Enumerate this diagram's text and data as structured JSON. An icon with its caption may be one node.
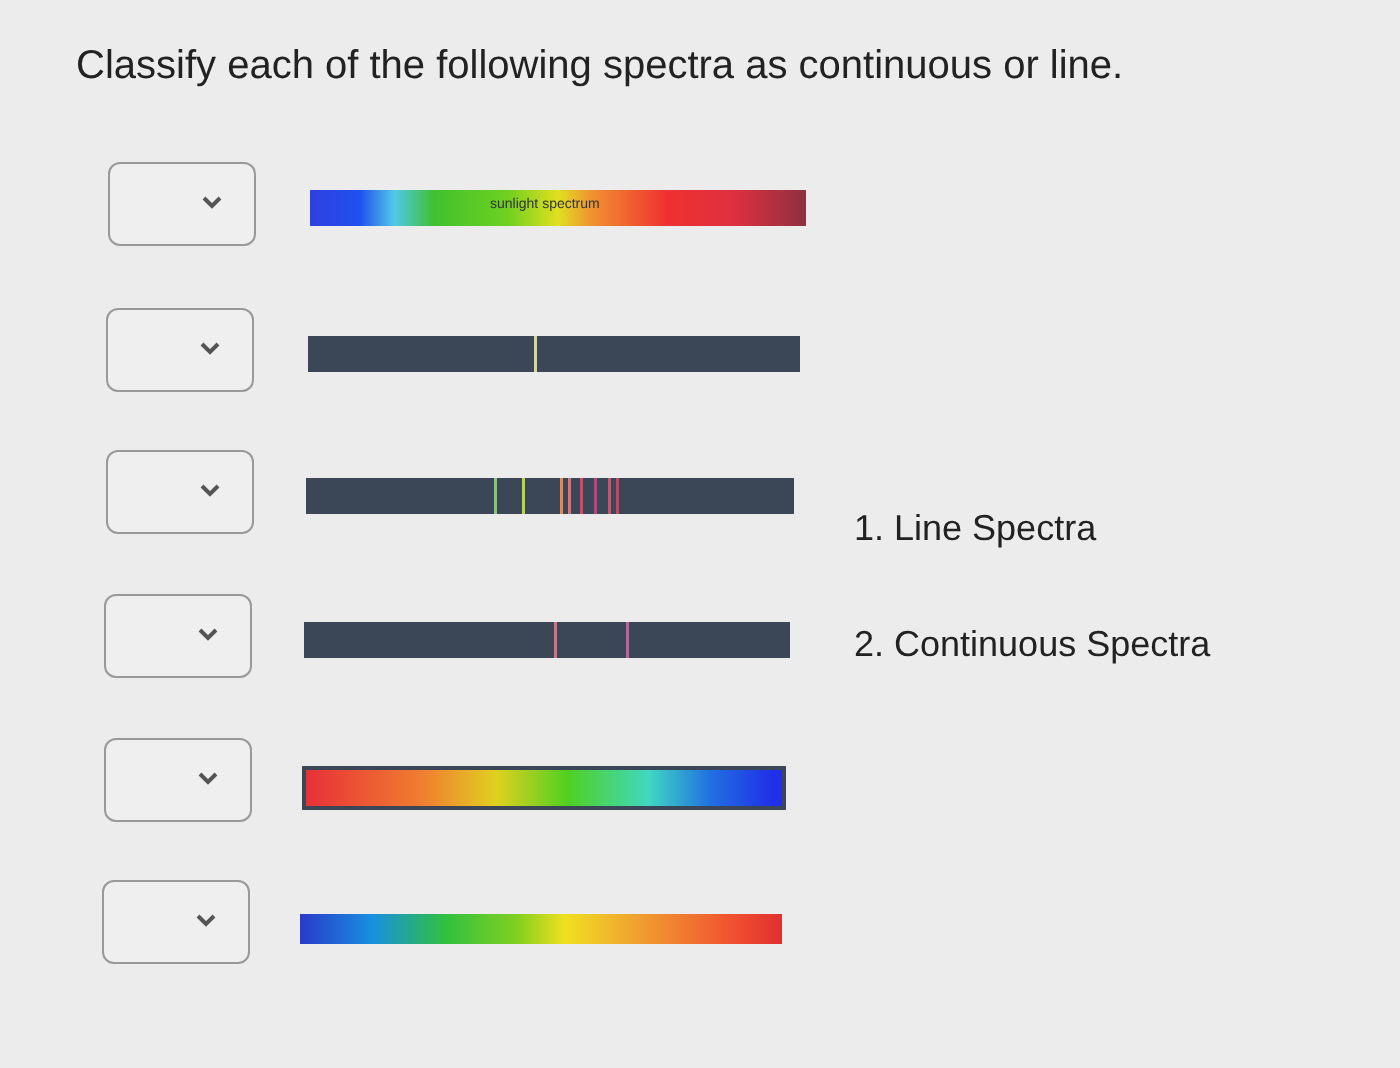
{
  "diagram": {
    "title": "Classify each of the following spectra as continuous or line.",
    "nodes": [
      {
        "text": [
          "sunlight spectrum"
        ]
      },
      {
        "text": [],
        "shape": "bar"
      },
      {
        "text": [],
        "shape": "bar"
      },
      {
        "text": [],
        "shape": "bar"
      },
      {
        "text": [],
        "shape": "bar"
      },
      {
        "text": [],
        "shape": "bar"
      }
    ],
    "labels": [
      "1. Line Spectra",
      "2. Continuous Spectra"
    ]
  }
}
